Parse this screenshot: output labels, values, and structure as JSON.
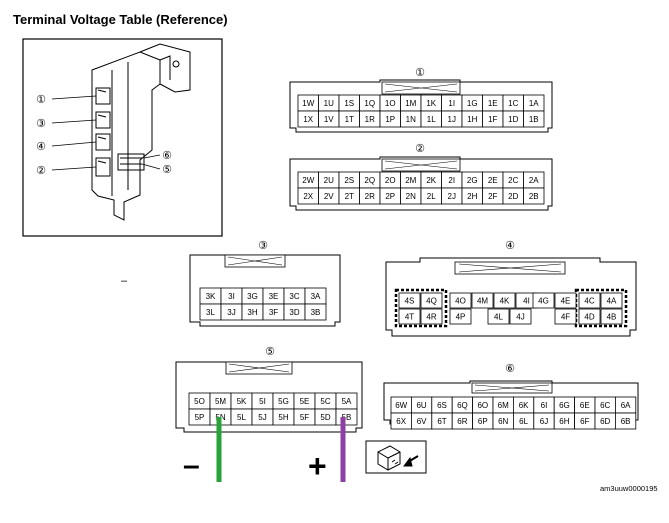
{
  "page": {
    "title": "Terminal Voltage Table (Reference)"
  },
  "locator": {
    "callouts": [
      "①",
      "③",
      "④",
      "②",
      "⑥",
      "⑤"
    ]
  },
  "connectors": [
    {
      "id": "1",
      "label": "①",
      "rows": [
        [
          "1W",
          "1U",
          "1S",
          "1Q",
          "1O",
          "1M",
          "1K",
          "1I",
          "1G",
          "1E",
          "1C",
          "1A"
        ],
        [
          "1X",
          "1V",
          "1T",
          "1R",
          "1P",
          "1N",
          "1L",
          "1J",
          "1H",
          "1F",
          "1D",
          "1B"
        ]
      ]
    },
    {
      "id": "2",
      "label": "②",
      "rows": [
        [
          "2W",
          "2U",
          "2S",
          "2Q",
          "2O",
          "2M",
          "2K",
          "2I",
          "2G",
          "2E",
          "2C",
          "2A"
        ],
        [
          "2X",
          "2V",
          "2T",
          "2R",
          "2P",
          "2N",
          "2L",
          "2J",
          "2H",
          "2F",
          "2D",
          "2B"
        ]
      ]
    },
    {
      "id": "3",
      "label": "③",
      "rows": [
        [
          "3K",
          "3I",
          "3G",
          "3E",
          "3C",
          "3A"
        ],
        [
          "3L",
          "3J",
          "3H",
          "3F",
          "3D",
          "3B"
        ]
      ]
    },
    {
      "id": "4",
      "label": "④",
      "rows": [
        [
          "4S",
          "4Q",
          "4O",
          "4M",
          "4K",
          "4I",
          "4G",
          "4E",
          "4C",
          "4A"
        ],
        [
          "4T",
          "4R",
          "4P",
          "4L",
          "4J",
          "4F",
          "4D",
          "4B"
        ]
      ]
    },
    {
      "id": "5",
      "label": "⑤",
      "rows": [
        [
          "5O",
          "5M",
          "5K",
          "5I",
          "5G",
          "5E",
          "5C",
          "5A"
        ],
        [
          "5P",
          "5N",
          "5L",
          "5J",
          "5H",
          "5F",
          "5D",
          "5B"
        ]
      ]
    },
    {
      "id": "6",
      "label": "⑥",
      "rows": [
        [
          "6W",
          "6U",
          "6S",
          "6Q",
          "6O",
          "6M",
          "6K",
          "6I",
          "6G",
          "6E",
          "6C",
          "6A"
        ],
        [
          "6X",
          "6V",
          "6T",
          "6R",
          "6P",
          "6N",
          "6L",
          "6J",
          "6H",
          "6F",
          "6D",
          "6B"
        ]
      ]
    }
  ],
  "probes": {
    "negative_symbol": "–",
    "positive_symbol": "+",
    "negative_color": "#27a33a",
    "positive_color": "#8e3fa3"
  },
  "misc": {
    "dash": "–",
    "figure_code": "am3uuw0000195"
  }
}
